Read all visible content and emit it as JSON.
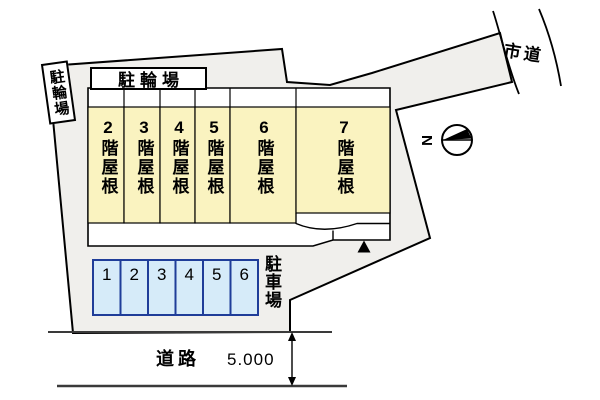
{
  "site_plan": {
    "left_bicycle_label": "駐輪場",
    "top_bicycle_label": "駐輪場",
    "roof_cells": [
      "2階屋根",
      "3階屋根",
      "4階屋根",
      "5階屋根",
      "6階屋根",
      "7階屋根"
    ],
    "parking": {
      "label": "駐車場",
      "spaces": [
        "1",
        "2",
        "3",
        "4",
        "5",
        "6"
      ]
    },
    "city_road_label": "市道",
    "road_label": "道路",
    "road_width_dimension": "5.000",
    "compass": {
      "north_label": "N"
    },
    "colors": {
      "site_fill": "#f0efec",
      "roof_fill": "#faf3c0",
      "parking_fill": "#d6ebf9",
      "parking_border": "#1f3d99",
      "line": "#000000",
      "road_line": "#3a3a3a"
    }
  }
}
